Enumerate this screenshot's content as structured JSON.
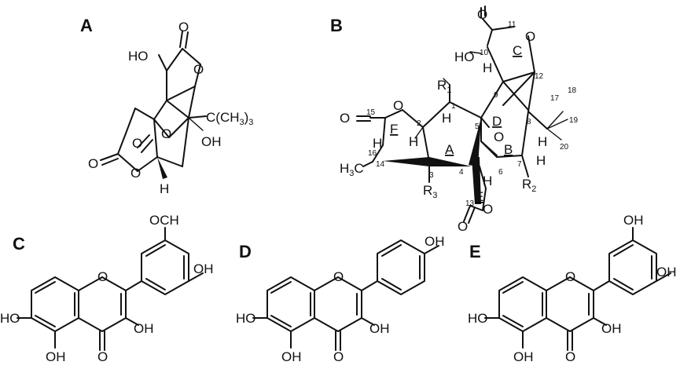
{
  "panels": {
    "a": {
      "label": "A",
      "atoms": {
        "o_top": "O",
        "ho": "HO",
        "o_lactone": "O",
        "tbu": "C(CH",
        "tbu_sub": "3",
        "tbu_close": ")",
        "tbu_sub2": "3",
        "oh": "OH",
        "o_mid": "O",
        "o_carbonyl_left": "O",
        "o_left_ring": "O",
        "o_bottom": "O",
        "h_bottom": "H"
      }
    },
    "b": {
      "label": "B",
      "atoms": {
        "o11": "O",
        "o_ring_c": "O",
        "ho": "HO",
        "h10": "H",
        "r1": "R",
        "r1_sub": "1",
        "h1": "H",
        "h2": "H",
        "o15": "O",
        "o_ring_f": "O",
        "o_ring_d": "O",
        "h8": "H",
        "h16": "H",
        "h3c": "H",
        "h3c_sub": "3",
        "h3c_c": "C",
        "r3": "R",
        "r3_sub": "3",
        "h7": "H",
        "r2": "R",
        "r2_sub": "2",
        "h6": "H",
        "o_ring_e": "O",
        "o13": "O"
      },
      "ring_labels": {
        "c": "C",
        "f": "F",
        "a": "A",
        "d": "D",
        "b": "B",
        "e": "E"
      },
      "numbers": {
        "n1": "1",
        "n2": "2",
        "n3": "3",
        "n4": "4",
        "n5": "5",
        "n6": "6",
        "n7": "7",
        "n8": "8",
        "n9": "9",
        "n10": "10",
        "n11": "11",
        "n12": "12",
        "n13": "13",
        "n14": "14",
        "n15": "15",
        "n16": "16",
        "n17": "17",
        "n18": "18",
        "n19": "19",
        "n20": "20"
      }
    },
    "c": {
      "label": "C",
      "atoms": {
        "och": "OCH",
        "oh4": "OH",
        "oh7": "HO",
        "o1": "O",
        "oh3": "OH",
        "oh5": "OH",
        "o4": "O"
      }
    },
    "d": {
      "label": "D",
      "atoms": {
        "oh4": "OH",
        "oh7": "HO",
        "o1": "O",
        "oh3": "OH",
        "oh5": "OH",
        "o4": "O"
      }
    },
    "e": {
      "label": "E",
      "atoms": {
        "oh3": "OH",
        "oh4": "OH",
        "oh7": "HO",
        "o1": "O",
        "oh3r": "OH",
        "oh5": "OH",
        "o4": "O"
      }
    }
  }
}
